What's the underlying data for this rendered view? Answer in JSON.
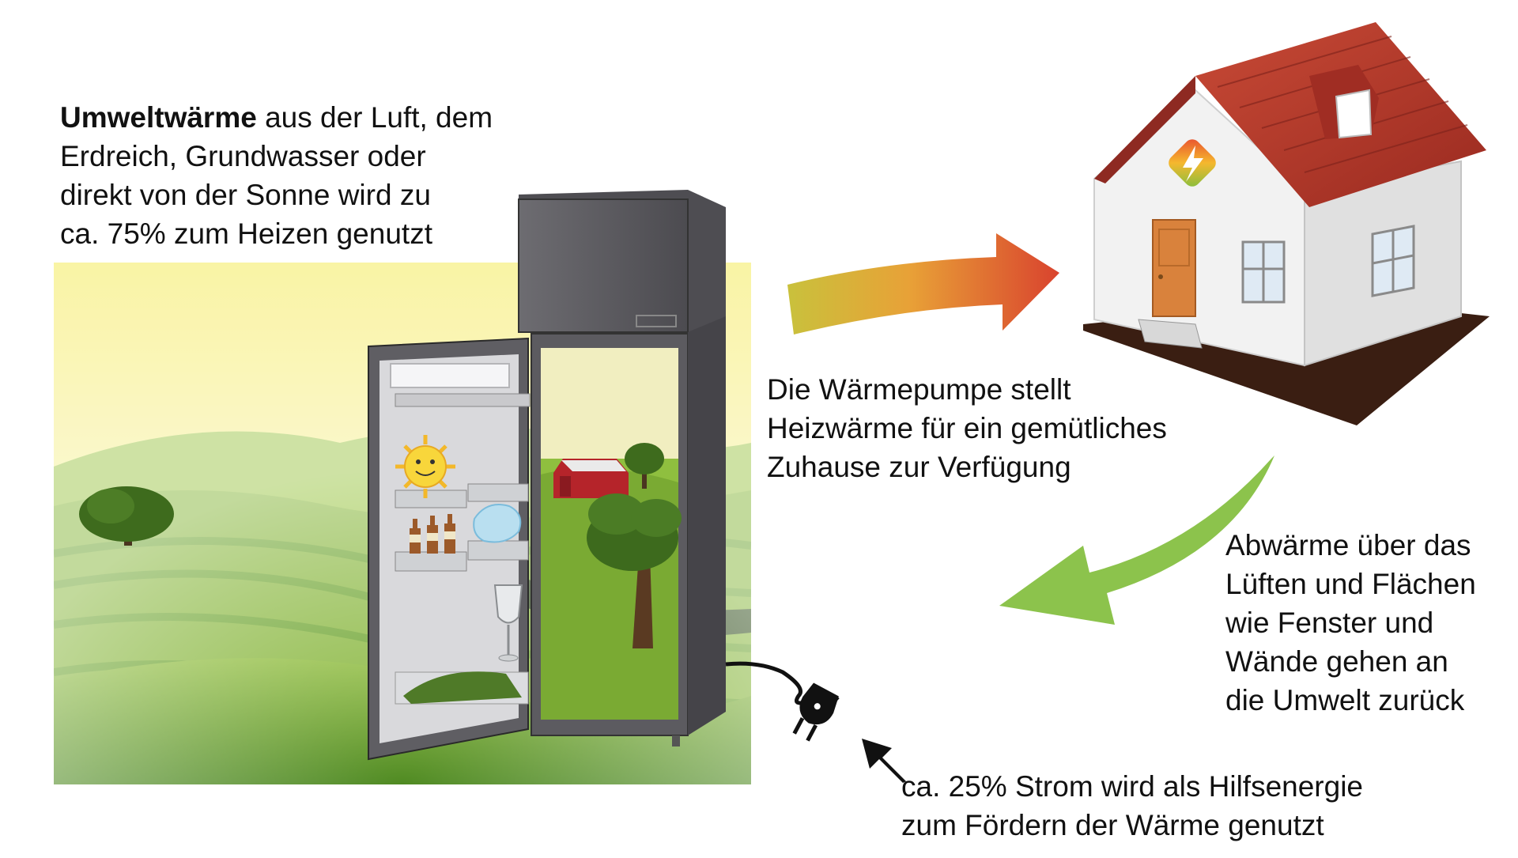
{
  "text_umwelt": {
    "bold": "Umweltwärme",
    "line1_rest": " aus der Luft, dem",
    "line2": "Erdreich, Grundwasser oder",
    "line3": "direkt von der Sonne wird zu",
    "line4": "ca. 75% zum Heizen genutzt"
  },
  "text_pumpe": {
    "line1": "Die Wärmepumpe stellt",
    "line2": "Heizwärme für ein gemütliches",
    "line3": "Zuhause zur Verfügung"
  },
  "text_abwaerme": {
    "line1": "Abwärme über das",
    "line2": "Lüften und Flächen",
    "line3": "wie Fenster und",
    "line4": "Wände gehen an",
    "line5": "die Umwelt zurück"
  },
  "text_strom": {
    "line1": "ca. 25% Strom wird als Hilfsenergie",
    "line2": "zum Fördern der Wärme genutzt"
  },
  "colors": {
    "sky_top": "#f3e84a",
    "hill_green": "#7fae2e",
    "hill_dark": "#3f6b1c",
    "fridge_gray": "#5f5e63",
    "arrow_warm_start": "#c9c13c",
    "arrow_warm_end": "#d9432e",
    "arrow_green": "#8cc34c",
    "roof_red": "#b8372a",
    "wall_white": "#f2f2f2",
    "door_orange": "#d9823c"
  },
  "icons": [
    "sun-icon",
    "plug-icon",
    "black-arrow-icon",
    "logo-icon"
  ]
}
